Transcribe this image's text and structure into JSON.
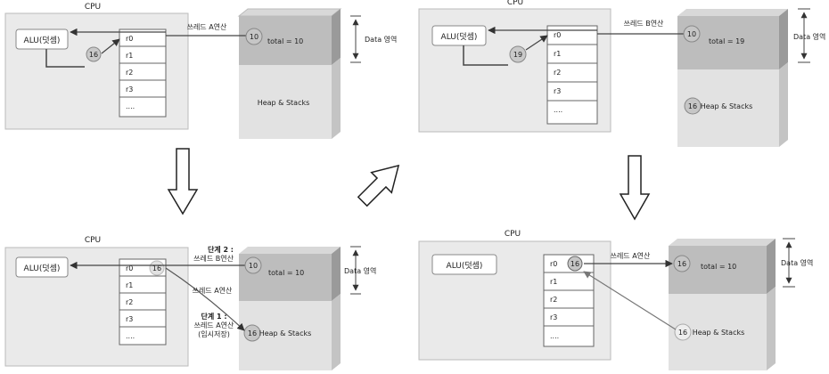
{
  "panels": [
    {
      "cpu_label": "CPU",
      "alu_label": "ALU(덧셈)",
      "registers": [
        "r0",
        "r1",
        "r2",
        "r3",
        "...."
      ],
      "r0_overlay": "",
      "alu_circle": "16",
      "annotation_top": "쓰레드 A연산",
      "data_circle": "10",
      "total_text": "total = 10",
      "data_area_label": "Data 영역",
      "heap_label": "Heap & Stacks",
      "heap_circle": ""
    },
    {
      "cpu_label": "CPU",
      "alu_label": "ALU(덧셈)",
      "registers": [
        "r0",
        "r1",
        "r2",
        "r3",
        "...."
      ],
      "r0_overlay": "",
      "alu_circle": "19",
      "annotation_top": "쓰레드 B연산",
      "data_circle": "10",
      "total_text": "total = 19",
      "data_area_label": "Data 영역",
      "heap_label": "Heap & Stacks",
      "heap_circle": "16"
    },
    {
      "cpu_label": "CPU",
      "alu_label": "ALU(덧셈)",
      "registers": [
        "r0",
        "r1",
        "r2",
        "r3",
        "...."
      ],
      "r0_overlay": "16",
      "alu_circle": "",
      "step2_lines": [
        "단계 2 :",
        "쓰레드 B연산"
      ],
      "annotation_mid": "쓰레드 A연산",
      "step1_lines": [
        "단계 1 :",
        "쓰레드 A연산",
        "(임시저장)"
      ],
      "data_circle": "10",
      "total_text": "total = 10",
      "data_area_label": "Data 영역",
      "heap_label": "Heap & Stacks",
      "heap_circle": "16"
    },
    {
      "cpu_label": "CPU",
      "alu_label": "ALU(덧셈)",
      "registers": [
        "r0",
        "r1",
        "r2",
        "r3",
        "...."
      ],
      "r0_overlay": "16",
      "alu_circle": "",
      "annotation_top": "쓰레드 A연산",
      "data_circle": "16",
      "total_text": "total = 10",
      "data_area_label": "Data 영역",
      "heap_label": "Heap & Stacks",
      "heap_circle": "16"
    }
  ]
}
